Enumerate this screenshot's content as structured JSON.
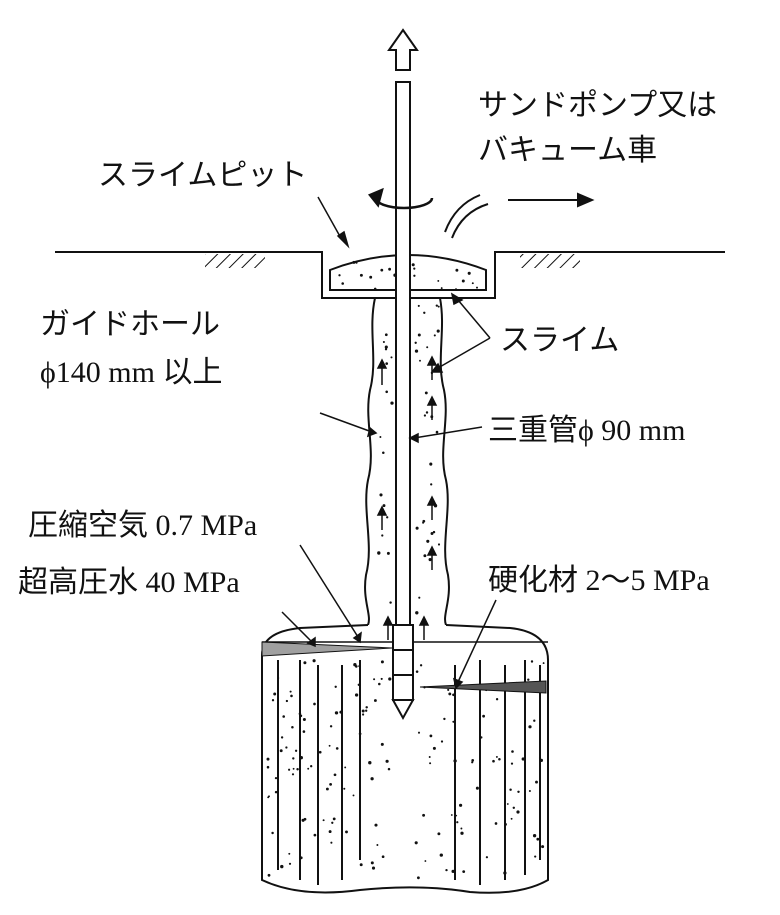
{
  "labels": {
    "sand_pump_line1": "サンドポンプ又は",
    "sand_pump_line2": "バキューム車",
    "slime_pit": "スライムピット",
    "guide_hole_line1": "ガイドホール",
    "guide_hole_line2": "ϕ140 mm 以上",
    "slime": "スライム",
    "triple_pipe": "三重管ϕ 90 mm",
    "compressed_air": "圧縮空気 0.7 MPa",
    "ultra_high_pressure_water": "超高圧水 40 MPa",
    "hardener": "硬化材 2～5 MPa"
  },
  "colors": {
    "line": "#111111",
    "background": "#ffffff",
    "water_jet": "#a0a0a0",
    "hardener_jet": "#555555"
  },
  "icons": {
    "lift": "up-arrow-icon",
    "rotation": "rotation-arrow-icon",
    "discharge": "flow-arrow-icon"
  }
}
